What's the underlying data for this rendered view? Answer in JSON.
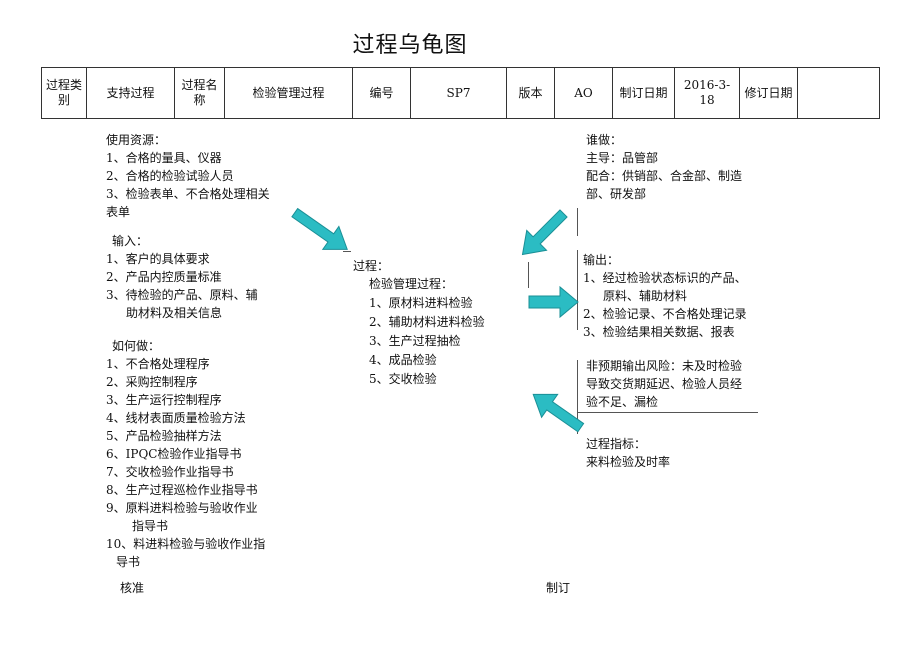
{
  "title": "过程乌龟图",
  "header": {
    "category_label": "过程类别",
    "category_value": "支持过程",
    "name_label": "过程名称",
    "name_value": "检验管理过程",
    "code_label": "编号",
    "code_value": "SP7",
    "version_label": "版本",
    "version_value": "AO",
    "date_label": "制订日期",
    "date_value": "2016-3-18",
    "revision_label": "修订日期",
    "revision_value": ""
  },
  "resources": {
    "heading": "使用资源：",
    "items": [
      "1、合格的量具、仪器",
      "2、合格的检验试验人员",
      "3、检验表单、不合格处理相关",
      "表单"
    ]
  },
  "input": {
    "heading": "输入：",
    "items": [
      "1、客户的具体要求",
      "2、产品内控质量标准",
      "3、待检验的产品、原料、辅",
      "助材料及相关信息"
    ]
  },
  "how": {
    "heading": "如何做：",
    "items": [
      "1、不合格处理程序",
      "2、采购控制程序",
      "3、生产运行控制程序",
      "4、线材表面质量检验方法",
      "5、产品检验抽样方法",
      "6、IPQC检验作业指导书",
      "7、交收检验作业指导书",
      "8、生产过程巡检作业指导书",
      "9、原料进料检验与验收作业",
      "指导书",
      "10、料进料检验与验收作业指",
      "导书"
    ]
  },
  "process": {
    "heading": "过程：",
    "subheading": "检验管理过程：",
    "items": [
      "1、原材料进料检验",
      "2、辅助材料进料检验",
      "3、生产过程抽检",
      "4、成品检验",
      "5、交收检验"
    ]
  },
  "who": {
    "heading": "谁做：",
    "lead": "主导：品管部",
    "support_1": "配合：供销部、合金部、制造",
    "support_2": "部、研发部"
  },
  "output": {
    "heading": "输出：",
    "items": [
      "1、经过检验状态标识的产品、",
      "原料、辅助材料",
      "2、检验记录、不合格处理记录",
      "3、检验结果相关数据、报表"
    ]
  },
  "risk": {
    "lines": [
      "非预期输出风险：未及时检验",
      "导致交货期延迟、检验人员经",
      "验不足、漏检"
    ]
  },
  "indicator": {
    "heading": "过程指标：",
    "value": "来料检验及时率"
  },
  "footer": {
    "approve": "核准",
    "prepare": "制订"
  },
  "colors": {
    "arrow": "#2bbcc3",
    "arrow_edge": "#1a8f96"
  }
}
